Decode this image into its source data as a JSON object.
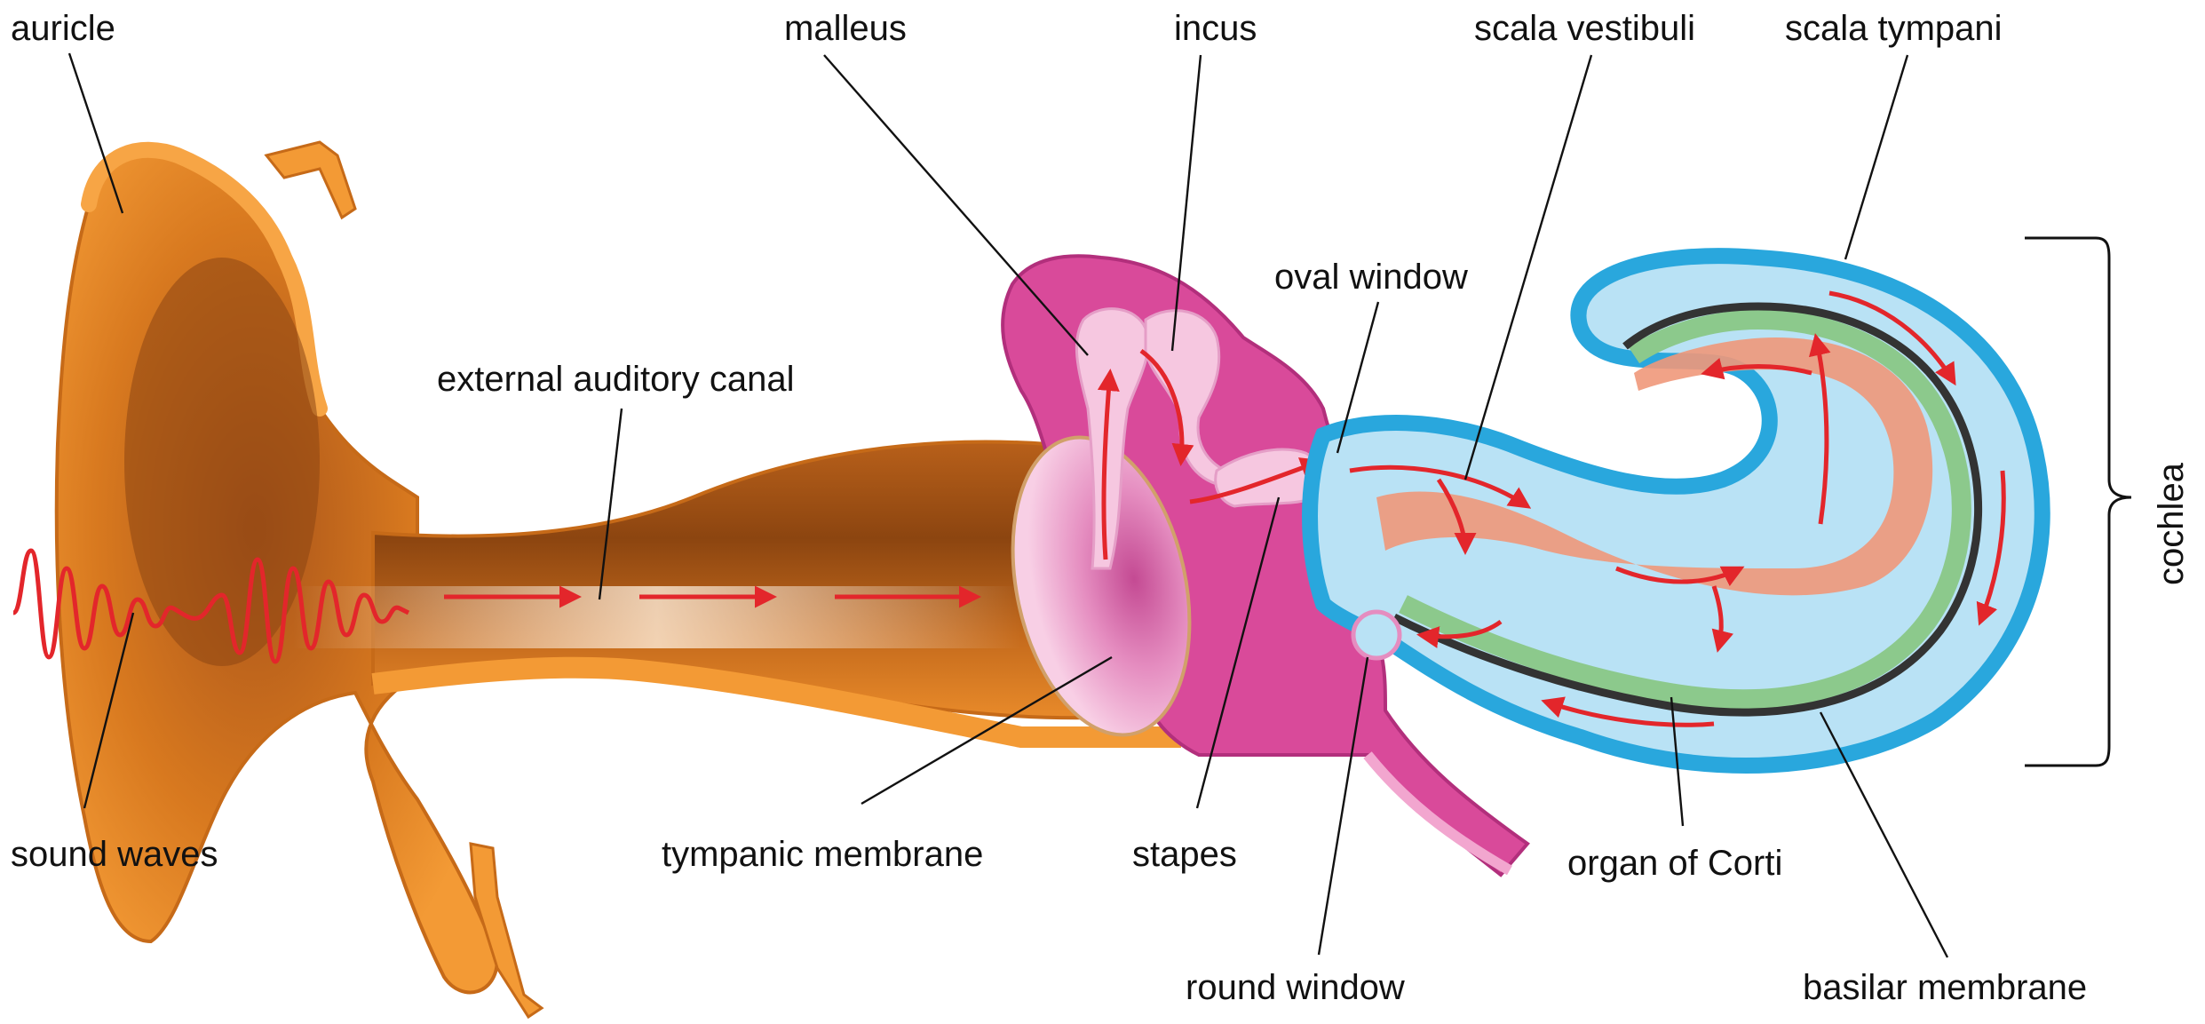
{
  "labels": {
    "auricle": "auricle",
    "sound_waves": "sound waves",
    "external_auditory_canal": "external auditory canal",
    "malleus": "malleus",
    "incus": "incus",
    "tympanic_membrane": "tympanic membrane",
    "stapes": "stapes",
    "oval_window": "oval window",
    "round_window": "round window",
    "scala_vestibuli": "scala vestibuli",
    "scala_tympani": "scala tympani",
    "organ_of_corti": "organ of Corti",
    "basilar_membrane": "basilar membrane",
    "cochlea": "cochlea"
  },
  "colors": {
    "outer_ear": "#f0902a",
    "canal_shadow": "#9a4a10",
    "middle_ear": "#d94a9a",
    "ossicles": "#f6c7e0",
    "tympanic_membrane": "#f3a9cf",
    "cochlea_outer": "#29a7dd",
    "cochlea_fluid": "#b9e2f5",
    "cochlear_duct": "#f0987a",
    "organ_of_corti": "#8cc98c",
    "basilar_membrane": "#333333",
    "sound_path": "#e3262b"
  }
}
